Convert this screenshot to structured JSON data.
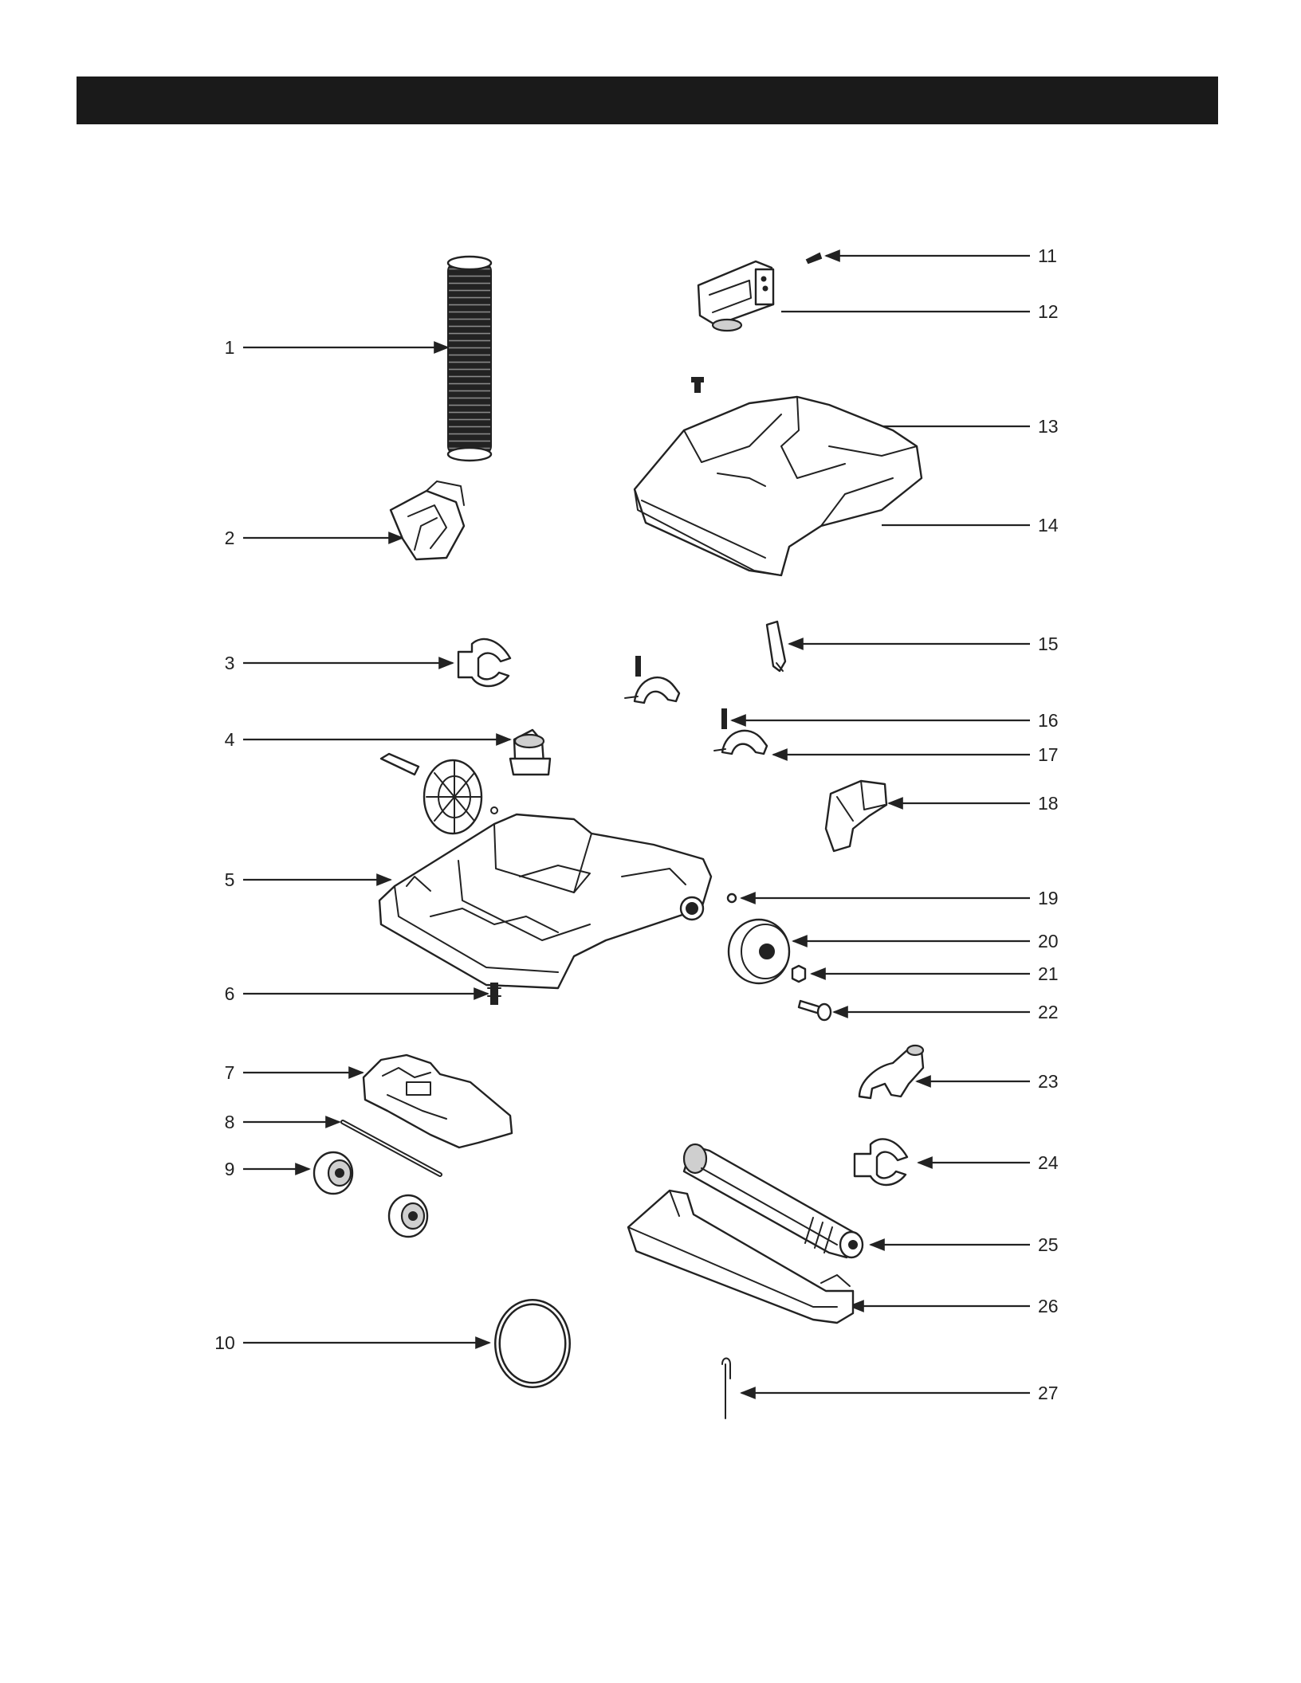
{
  "callouts": [
    {
      "number": "1",
      "part": "part-1"
    },
    {
      "number": "2",
      "part": "part-2"
    },
    {
      "number": "3",
      "part": "part-3"
    },
    {
      "number": "4",
      "part": "part-4"
    },
    {
      "number": "5",
      "part": "part-5"
    },
    {
      "number": "6",
      "part": "part-6"
    },
    {
      "number": "7",
      "part": "part-7"
    },
    {
      "number": "8",
      "part": "part-8"
    },
    {
      "number": "9",
      "part": "part-9"
    },
    {
      "number": "10",
      "part": "part-10"
    },
    {
      "number": "11",
      "part": "part-11"
    },
    {
      "number": "12",
      "part": "part-12"
    },
    {
      "number": "13",
      "part": "part-13"
    },
    {
      "number": "14",
      "part": "part-14"
    },
    {
      "number": "15",
      "part": "part-15"
    },
    {
      "number": "16",
      "part": "part-16"
    },
    {
      "number": "17",
      "part": "part-17"
    },
    {
      "number": "18",
      "part": "part-18"
    },
    {
      "number": "19",
      "part": "part-19"
    },
    {
      "number": "20",
      "part": "part-20"
    },
    {
      "number": "21",
      "part": "part-21"
    },
    {
      "number": "22",
      "part": "part-22"
    },
    {
      "number": "23",
      "part": "part-23"
    },
    {
      "number": "24",
      "part": "part-24"
    },
    {
      "number": "25",
      "part": "part-25"
    },
    {
      "number": "26",
      "part": "part-26"
    },
    {
      "number": "27",
      "part": "part-27"
    }
  ],
  "colors": {
    "header_bar": "#1a1a1a",
    "line": "#222222",
    "background": "#ffffff"
  }
}
